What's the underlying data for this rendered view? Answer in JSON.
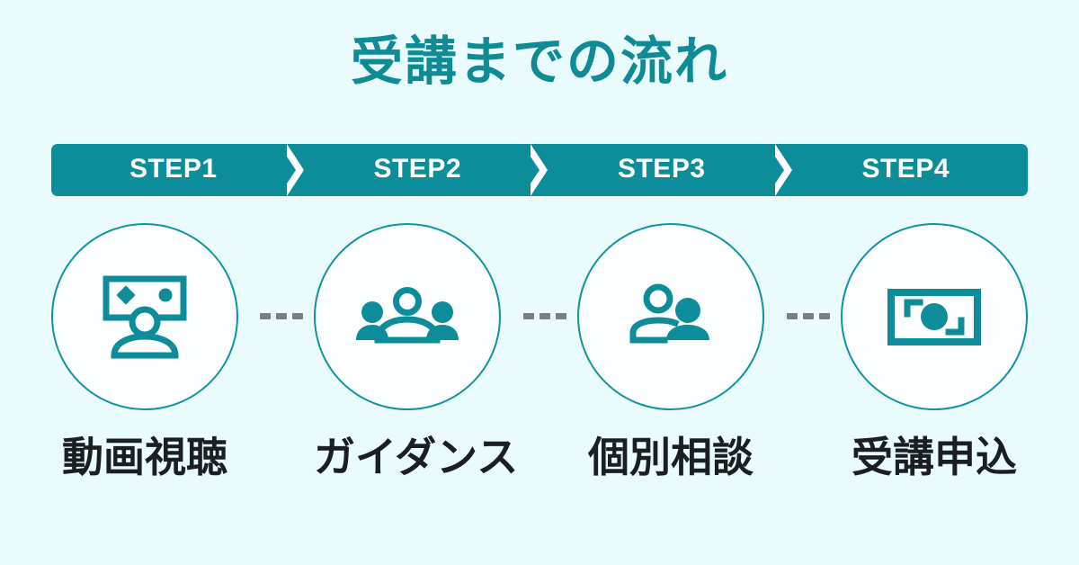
{
  "page": {
    "title": "受講までの流れ",
    "background_color": "#e9fbfd",
    "accent_color": "#0d8c99",
    "title_color": "#0f8b96",
    "caption_color": "#1b1f22",
    "connector_color": "#7b7f82"
  },
  "stepbar": {
    "steps": [
      {
        "label": "STEP1"
      },
      {
        "label": "STEP2"
      },
      {
        "label": "STEP3"
      },
      {
        "label": "STEP4"
      }
    ],
    "separator_icon": "chevron-right-icon"
  },
  "flow": {
    "nodes": [
      {
        "icon": "video-monitor-person-icon",
        "caption": "動画視聴"
      },
      {
        "icon": "group-three-people-icon",
        "caption": "ガイダンス"
      },
      {
        "icon": "two-people-consultation-icon",
        "caption": "個別相談"
      },
      {
        "icon": "banknote-money-icon",
        "caption": "受講申込"
      }
    ],
    "connector_icon": "dashed-line-connector",
    "connector_dash_count": 3
  }
}
